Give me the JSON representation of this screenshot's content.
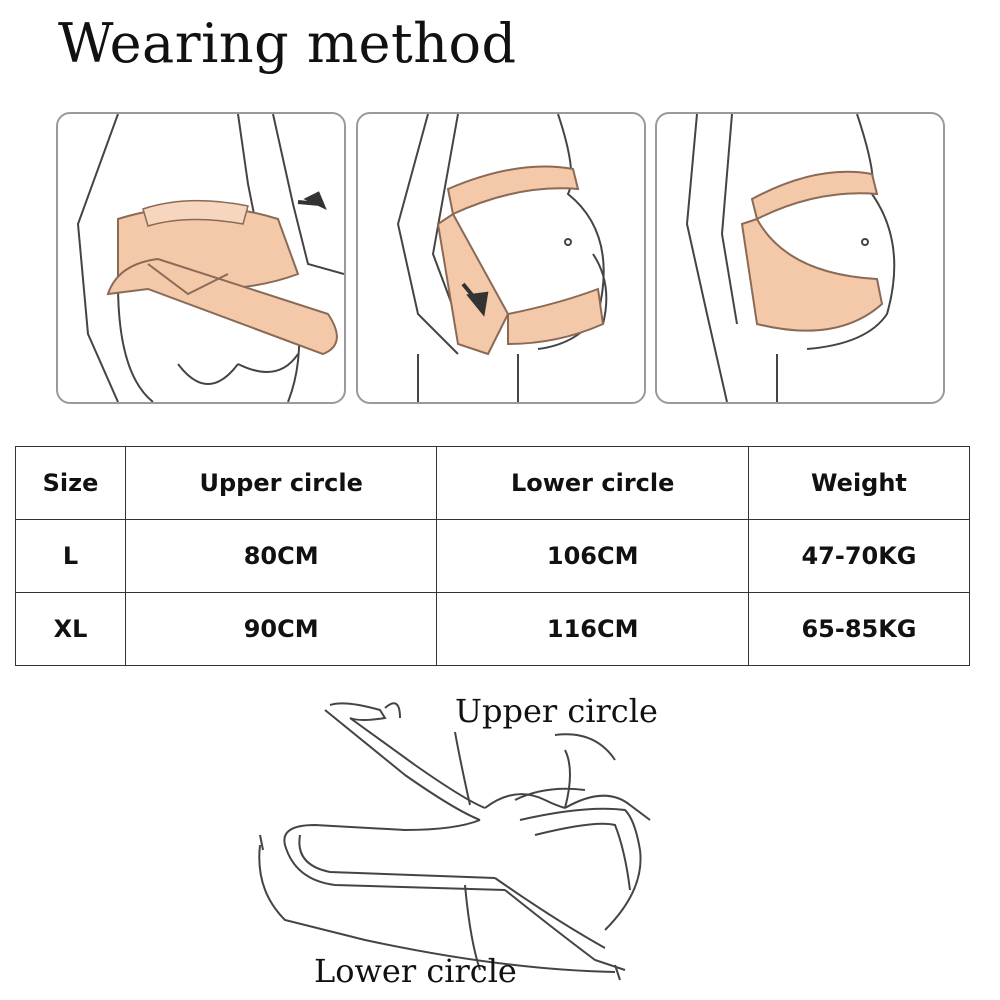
{
  "title": "Wearing method",
  "steps": [
    {
      "icon": "belt-back-step-icon"
    },
    {
      "icon": "belt-wrap-front-step-icon"
    },
    {
      "icon": "belt-worn-step-icon"
    }
  ],
  "size_table": {
    "headers": [
      "Size",
      "Upper circle",
      "Lower circle",
      "Weight"
    ],
    "rows": [
      [
        "L",
        "80CM",
        "106CM",
        "47-70KG"
      ],
      [
        "XL",
        "90CM",
        "116CM",
        "65-85KG"
      ]
    ]
  },
  "diagram": {
    "upper_label": "Upper circle",
    "lower_label": "Lower circle"
  },
  "colors": {
    "belt_fill": "#f4c9a9",
    "belt_stroke": "#8a6a55",
    "outline": "#444444",
    "panel_border": "#9a9a9a"
  }
}
